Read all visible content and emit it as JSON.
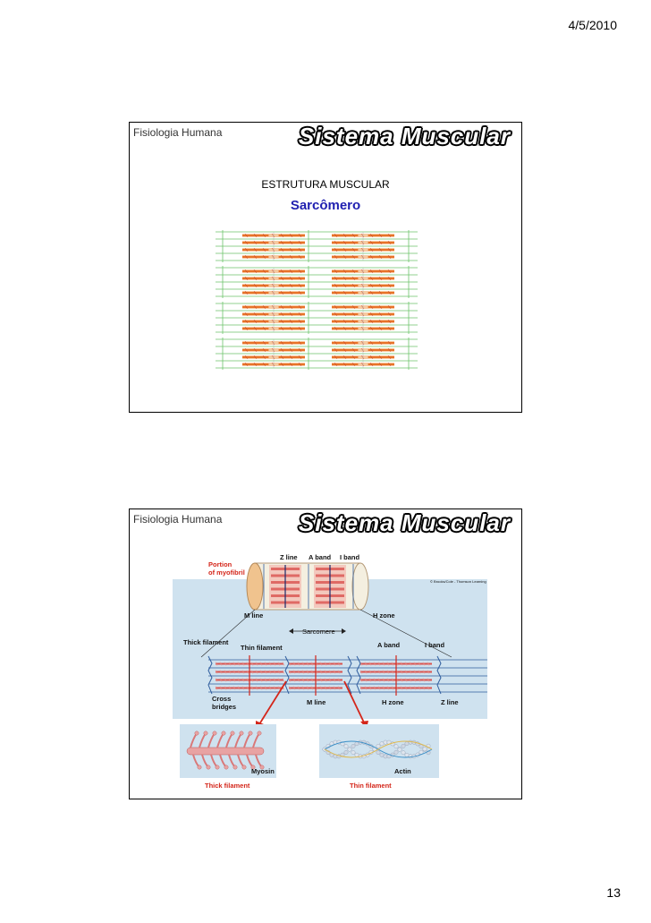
{
  "page": {
    "date": "4/5/2010",
    "number": "13"
  },
  "slide1": {
    "course": "Fisiologia Humana",
    "banner": "Sistema Muscular",
    "heading": "ESTRUTURA MUSCULAR",
    "subheading": "Sarcômero"
  },
  "slide2": {
    "course": "Fisiologia Humana",
    "banner": "Sistema Muscular",
    "figure": {
      "z_line_top": "Z line",
      "a_band_top": "A band",
      "i_band_top": "I band",
      "portion_line1": "Portion",
      "portion_line2": "of myofibril",
      "copyright": "© Brooks/Cole - Thomson Learning",
      "m_line_top": "M line",
      "h_zone_top": "H zone",
      "sarcomere": "Sarcomere",
      "thick_filament": "Thick filament",
      "thin_filament": "Thin filament",
      "a_band": "A band",
      "i_band": "I band",
      "cross_line1": "Cross",
      "cross_line2": "bridges",
      "m_line": "M line",
      "h_zone": "H zone",
      "z_line": "Z line",
      "myosin": "Myosin",
      "actin": "Actin",
      "thick_caption": "Thick filament",
      "thin_caption": "Thin filament"
    }
  }
}
